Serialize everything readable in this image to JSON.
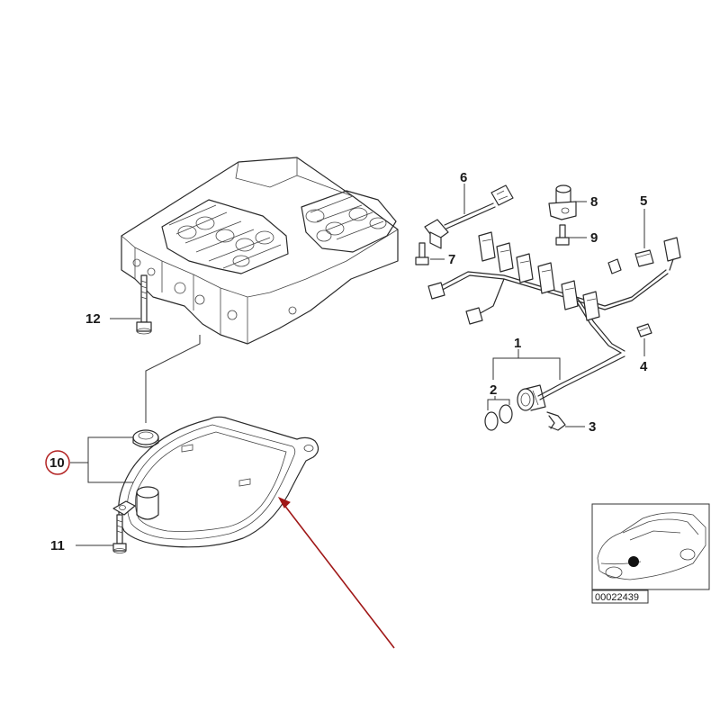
{
  "callouts": {
    "c1": "1",
    "c2": "2",
    "c3": "3",
    "c4": "4",
    "c5": "5",
    "c6": "6",
    "c7": "7",
    "c8": "8",
    "c9": "9",
    "c10": "10",
    "c11": "11",
    "c12": "12"
  },
  "inset": {
    "reference_number": "00022439"
  },
  "colors": {
    "highlight_circle": "#b22222",
    "pointer_arrow": "#a01818",
    "line_art": "#2a2a2a"
  }
}
